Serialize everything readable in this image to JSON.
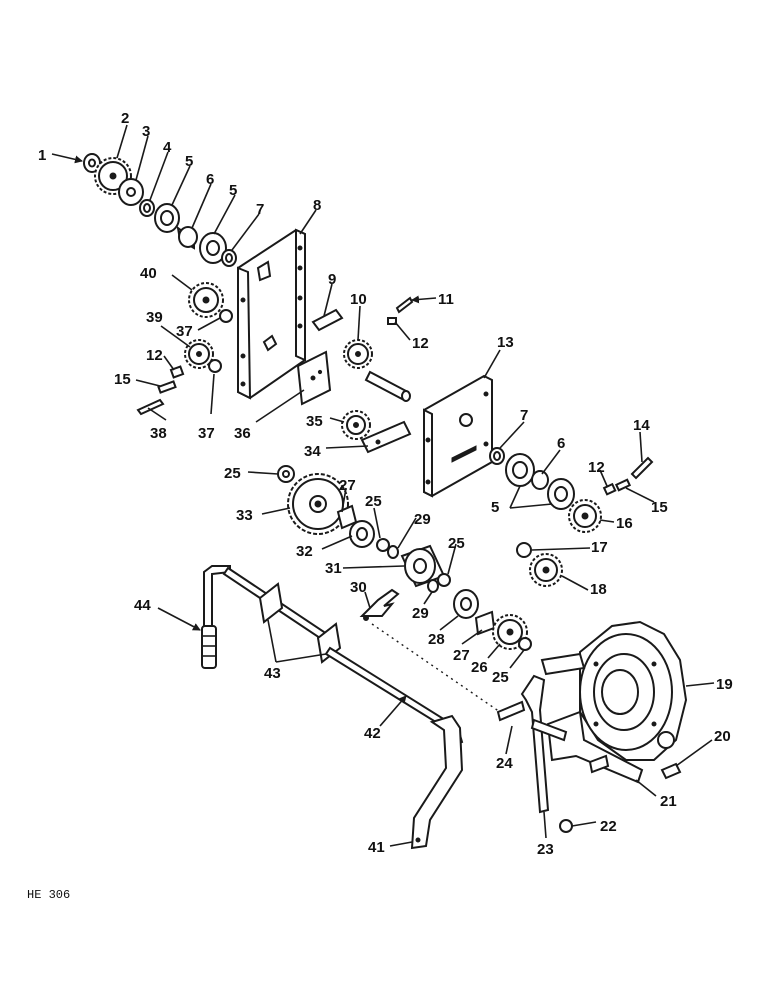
{
  "figure_code": "HE 306",
  "callouts": [
    "1",
    "2",
    "3",
    "4",
    "5",
    "6",
    "5",
    "7",
    "8",
    "40",
    "9",
    "10",
    "11",
    "39",
    "37",
    "12",
    "12",
    "13",
    "15",
    "38",
    "37",
    "36",
    "35",
    "7",
    "14",
    "34",
    "6",
    "12",
    "15",
    "25",
    "27",
    "25",
    "5",
    "16",
    "33",
    "29",
    "32",
    "25",
    "17",
    "31",
    "30",
    "29",
    "18",
    "44",
    "28",
    "27",
    "26",
    "25",
    "19",
    "43",
    "42",
    "20",
    "24",
    "21",
    "22",
    "41",
    "23"
  ]
}
